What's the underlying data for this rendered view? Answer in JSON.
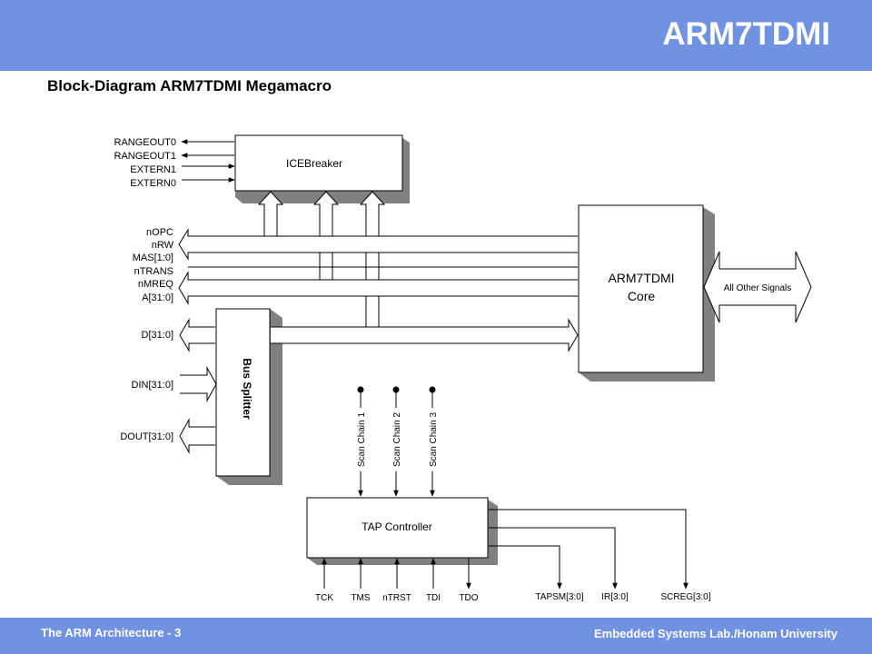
{
  "header": {
    "title": "ARM7TDMI"
  },
  "page": {
    "title": "Block-Diagram ARM7TDMI Megamacro"
  },
  "footer": {
    "left": "The ARM Architecture - 3",
    "right": "Embedded Systems Lab./Honam University"
  },
  "colors": {
    "header_bg": "#7092e0",
    "block_shadow": "#808080"
  },
  "diagram": {
    "blocks": {
      "icebreaker": "ICEBreaker",
      "core_line1": "ARM7TDMI",
      "core_line2": "Core",
      "bus_splitter": "Bus Splitter",
      "tap_controller": "TAP Controller"
    },
    "ice_signals": [
      "RANGEOUT0",
      "RANGEOUT1",
      "EXTERN1",
      "EXTERN0"
    ],
    "bus_signals": [
      "nOPC",
      "nRW",
      "MAS[1:0]",
      "nTRANS",
      "nMREQ",
      "A[31:0]"
    ],
    "data_signals": {
      "d": "D[31:0]",
      "din": "DIN[31:0]",
      "dout": "DOUT[31:0]"
    },
    "other_signals": "All Other Signals",
    "scan_chains": [
      "Scan Chain 1",
      "Scan Chain 2",
      "Scan Chain 3"
    ],
    "tap_inputs": [
      "TCK",
      "TMS",
      "nTRST",
      "TDI"
    ],
    "tap_output": "TDO",
    "tap_status": [
      "TAPSM[3:0]",
      "IR[3:0]",
      "SCREG[3:0]"
    ]
  }
}
